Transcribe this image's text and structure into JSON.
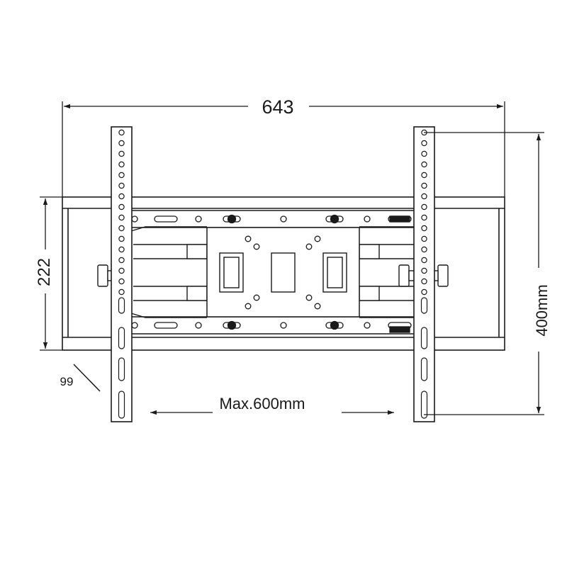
{
  "dimensions": {
    "overall_width": "643",
    "height_left": "222",
    "depth": "99",
    "vertical_span": "400mm",
    "max_span": "Max.600mm"
  },
  "colors": {
    "line": "#1a1a1a",
    "background": "#ffffff"
  }
}
